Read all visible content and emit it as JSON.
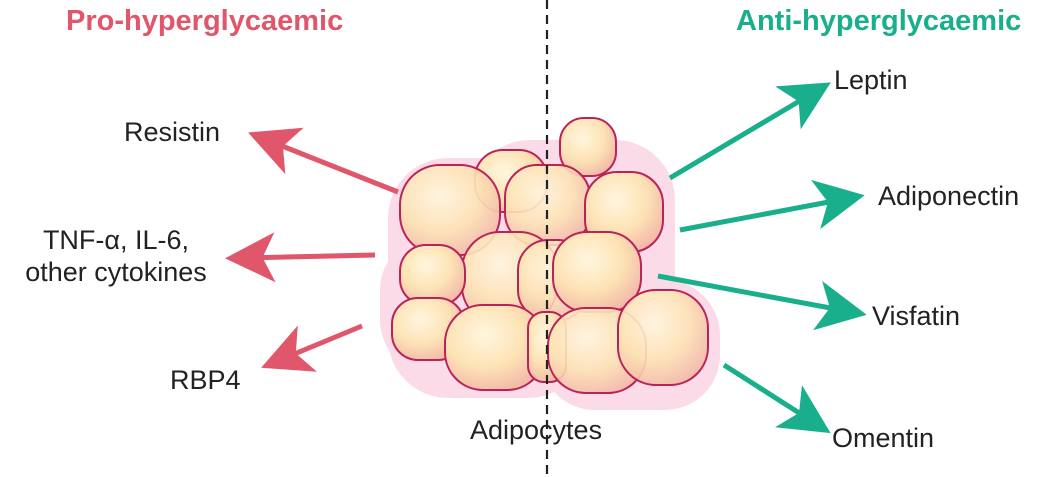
{
  "headings": {
    "pro": "Pro-hyperglycaemic",
    "anti": "Anti-hyperglycaemic"
  },
  "center_label": "Adipocytes",
  "pro_factors": [
    {
      "label": "Resistin"
    },
    {
      "label_line1": "TNF-α, IL-6,",
      "label_line2": "other cytokines"
    },
    {
      "label": "RBP4"
    }
  ],
  "anti_factors": [
    {
      "label": "Leptin"
    },
    {
      "label": "Adiponectin"
    },
    {
      "label": "Visfatin"
    },
    {
      "label": "Omentin"
    }
  ],
  "colors": {
    "pro": "#e0566a",
    "anti": "#1aaf8c",
    "cell_fill": "#fde3b5",
    "cell_stroke": "#b8235a",
    "halo": "#f6c8dc"
  }
}
